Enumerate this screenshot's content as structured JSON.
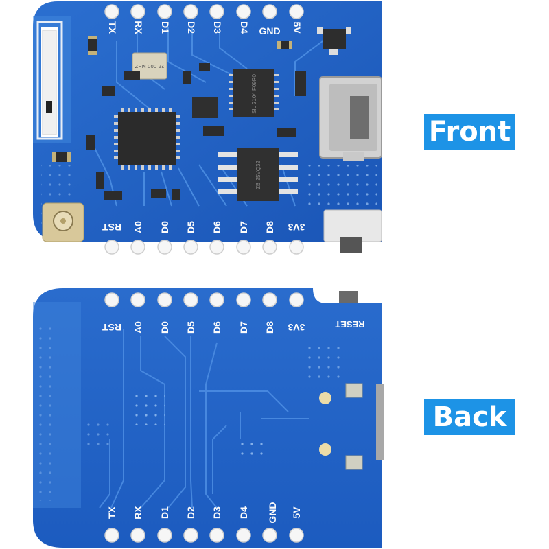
{
  "labels": {
    "front": "Front",
    "back": "Back"
  },
  "front_board": {
    "top_pins": [
      "TX",
      "RX",
      "D1",
      "D2",
      "D3",
      "D4",
      "GND",
      "5V"
    ],
    "bottom_pins": [
      "RST",
      "A0",
      "D0",
      "D5",
      "D6",
      "D7",
      "D8",
      "3V3"
    ],
    "crystal_text": "26.000 MHZ",
    "usb_chip_text": "SIL 2104 F09R0",
    "flash_chip_text": "ZB 25VQ32"
  },
  "back_board": {
    "top_pins": [
      "RST",
      "A0",
      "D0",
      "D5",
      "D6",
      "D7",
      "D8",
      "3V3"
    ],
    "reset_label": "RESET",
    "bottom_pins": [
      "TX",
      "RX",
      "D1",
      "D2",
      "D3",
      "D4",
      "GND",
      "5V"
    ]
  },
  "colors": {
    "pcb_blue": "#1c5fc0",
    "pcb_light": "#3b7fd8",
    "label_bg": "#1d93e6",
    "pad": "#f4f4f4"
  }
}
